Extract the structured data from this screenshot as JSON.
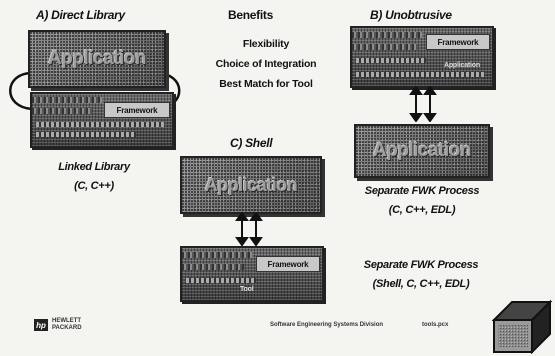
{
  "panels": {
    "a": {
      "title": "A) Direct Library",
      "application_label": "Application",
      "framework_label": "Framework",
      "caption_line1": "Linked Library",
      "caption_line2": "(C, C++)"
    },
    "b": {
      "title": "B) Unobtrusive",
      "application_label": "Application",
      "framework_label": "Framework",
      "framework_sub_label": "Application",
      "caption_line1": "Separate FWK Process",
      "caption_line2": "(C, C++, EDL)"
    },
    "c": {
      "title": "C) Shell",
      "application_label": "Application",
      "framework_label": "Framework",
      "framework_sub_label": "Tool",
      "caption_line1": "Separate FWK Process",
      "caption_line2": "(Shell, C, C++, EDL)"
    }
  },
  "benefits": {
    "title": "Benefits",
    "items": [
      "Flexibility",
      "Choice of Integration",
      "Best Match for Tool"
    ]
  },
  "footer": {
    "logo_line1": "HEWLETT",
    "logo_line2": "PACKARD",
    "center_text": "Software Engineering Systems Division",
    "right_text": "tools.pcx"
  },
  "colors": {
    "application_fill": "#777777",
    "framework_fill": "#555555",
    "background": "#f4f4f1"
  }
}
